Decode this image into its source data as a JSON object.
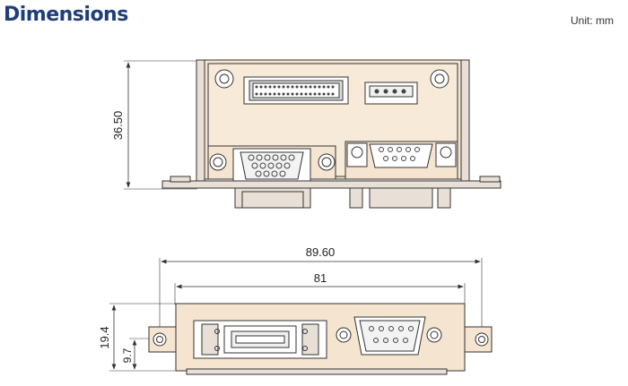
{
  "header": {
    "title": "Dimensions",
    "unit": "Unit: mm"
  },
  "dimensions": {
    "front_height": "36.50",
    "overall_width": "89.60",
    "inner_width": "81",
    "side_height": "19.4",
    "hole_offset": "9.7"
  },
  "colors": {
    "plate": "#f5e4d0",
    "metal": "#e8e0d6",
    "line": "#333333",
    "title": "#1f3f78"
  }
}
